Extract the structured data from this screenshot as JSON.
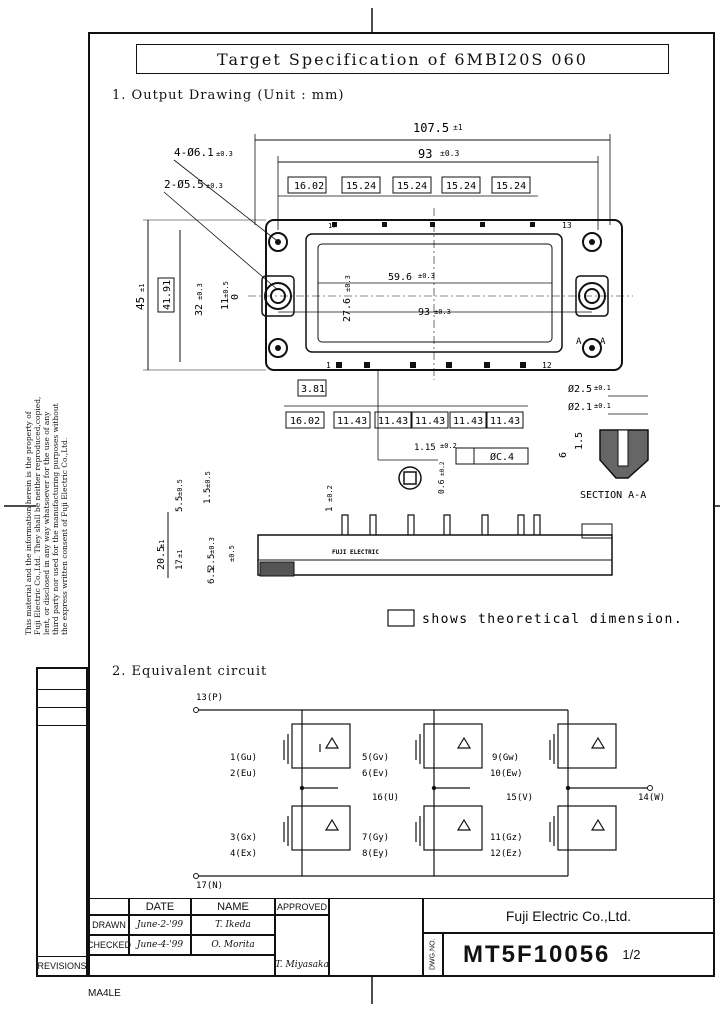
{
  "title": "Target Specification of 6MBI20S 060",
  "section1": "1. Output Drawing (Unit : mm)",
  "section2": "2. Equivalent circuit",
  "dims": {
    "overall_length": "107.5",
    "overall_length_tol": "±1",
    "mount_pitch": "93",
    "mount_pitch_tol": "±0.3",
    "hole_large": "4-Ø6.1",
    "hole_large_tol": "±0.3",
    "hole_small": "2-Ø5.5",
    "hole_small_tol": "±0.3",
    "top_pins": [
      "16.02",
      "15.24",
      "15.24",
      "15.24",
      "15.24"
    ],
    "bottom_pins": [
      "16.02",
      "11.43",
      "11.43",
      "11.43",
      "11.43",
      "11.43"
    ],
    "pin_offset": "3.81",
    "width": "45",
    "width_tol": "±1",
    "width_inner": "41.91",
    "height_inner": "32",
    "height_inner_tol": "±0.3",
    "center_offset": "11",
    "center_offset_tol": "±0.5",
    "center_offset_zero": "0",
    "window_w": "59.6",
    "window_w_tol": "±0.3",
    "window_h": "27.6",
    "window_h_tol": "±0.3",
    "window_pitch": "93",
    "window_pitch_tol": "±0.3",
    "pin_size": "1.15",
    "pin_size_tol": "±0.2",
    "pin_thk": "0.6",
    "pin_thk_tol": "±0.2",
    "position_tol": "ØC.4",
    "d25": "Ø2.5",
    "d25_tol": "±0.1",
    "d21": "Ø2.1",
    "d21_tol": "±0.1",
    "h6": "6",
    "h15": "1.5",
    "section_label": "SECTION A-A",
    "label_a": "A",
    "pin1": "1",
    "pin13": "13",
    "pin12": "12",
    "pin17": "17",
    "side_h_total": "20.5",
    "side_h_total_tol": "±1",
    "side_h1": "5.5",
    "side_h1_tol": "±0.5",
    "side_h2": "1.5",
    "side_h2_tol": "±0.5",
    "side_h3": "17",
    "side_h3_tol": "±1",
    "side_h4": "2.5",
    "side_h4_tol": "±0.3",
    "side_h5": "6.5",
    "side_h5_tol": "±0.5",
    "side_pin": "1",
    "side_pin_tol": "±0.2",
    "side_brand": "FUJI ELECTRIC"
  },
  "theoretical_note": "shows theoretical dimension.",
  "circuit": {
    "p": "13(P)",
    "n": "17(N)",
    "u": "16(U)",
    "v": "15(V)",
    "w": "14(W)",
    "gu": "1(Gu)",
    "eu": "2(Eu)",
    "gv": "5(Gv)",
    "ev": "6(Ev)",
    "gw": "9(Gw)",
    "ew": "10(Ew)",
    "gx": "3(Gx)",
    "ex": "4(Ex)",
    "gy": "7(Gy)",
    "ey": "8(Ey)",
    "gz": "11(Gz)",
    "ez": "12(Ez)"
  },
  "left_notice": "This material and the information herein is the property of Fuji Electric Co.,Ltd. They shall be neither reproduced,copied, lent, or disclosed in any way whatsoever for the use of any third party nor used for the manufacturing purposes without the express written consent of Fuji Electric Co.,Ltd.",
  "title_block": {
    "revisions": "REVISIONS",
    "date_h": "DATE",
    "name_h": "NAME",
    "approved_h": "APPROVED",
    "drawn": "DRAWN",
    "checked": "CHECKED",
    "drawn_date": "June-2-'99",
    "checked_date": "June-4-'99",
    "drawn_name": "T. Ikeda",
    "checked_name": "O. Morita",
    "approved_name": "T. Miyasaka",
    "company": "Fuji Electric Co.,Ltd.",
    "dwg_label": "DWG.NO.",
    "dwg_no": "MT5F10056",
    "sheet": "1/2"
  },
  "footer": "MA4LE"
}
